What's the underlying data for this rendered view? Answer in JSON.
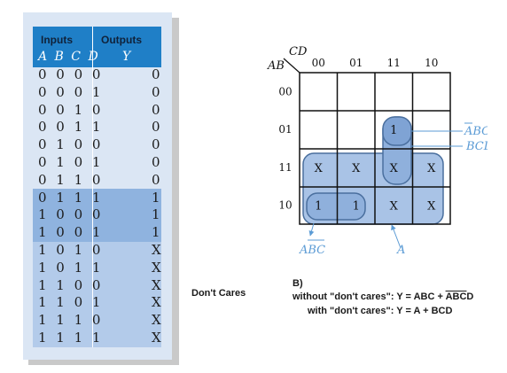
{
  "truth_table": {
    "header_inputs": "Inputs",
    "header_outputs": "Outputs",
    "sub_inputs": "A B C D",
    "sub_outputs": "Y",
    "rows": [
      {
        "in": "0 0 0 0",
        "out": "0"
      },
      {
        "in": "0 0 0 1",
        "out": "0"
      },
      {
        "in": "0 0 1 0",
        "out": "0"
      },
      {
        "in": "0 0 1 1",
        "out": "0"
      },
      {
        "in": "0 1 0 0",
        "out": "0"
      },
      {
        "in": "0 1 0 1",
        "out": "0"
      },
      {
        "in": "0 1 1 0",
        "out": "0"
      },
      {
        "in": "0 1 1 1",
        "out": "1"
      },
      {
        "in": "1 0 0 0",
        "out": "1"
      },
      {
        "in": "1 0 0 1",
        "out": "1"
      },
      {
        "in": "1 0 1 0",
        "out": "X"
      },
      {
        "in": "1 0 1 1",
        "out": "X"
      },
      {
        "in": "1 1 0 0",
        "out": "X"
      },
      {
        "in": "1 1 0 1",
        "out": "X"
      },
      {
        "in": "1 1 1 0",
        "out": "X"
      },
      {
        "in": "1 1 1 1",
        "out": "X"
      }
    ]
  },
  "kmap": {
    "cd_label": "CD",
    "ab_label": "AB",
    "col_labels": [
      "00",
      "01",
      "11",
      "10"
    ],
    "row_labels": [
      "00",
      "01",
      "11",
      "10"
    ],
    "cells": [
      [
        "",
        "",
        "",
        ""
      ],
      [
        "",
        "",
        "1",
        ""
      ],
      [
        "X",
        "X",
        "X",
        "X"
      ],
      [
        "1",
        "1",
        "X",
        "X"
      ]
    ],
    "term_abcd": "ABCD",
    "term_bcd": "BCD",
    "term_abc": "ABC",
    "term_a": "A"
  },
  "notes": {
    "dont_cares": "Don't Cares",
    "b_label": "B)",
    "without_prefix": "without \"don't cares\": Y = ABC + ",
    "without_over": "ABC",
    "without_tail": "D",
    "with_line": "with \"don't cares\": Y = A + BCD"
  },
  "colors": {
    "header_blue": "#1f7fc7",
    "panel_bg": "#dbe6f4",
    "band_ones": "#8fb3df",
    "band_x": "#b3cbea",
    "group_fill": "#8fb0dc",
    "group_stroke": "#4a6f9e",
    "label_blue": "#5b9bd5"
  }
}
